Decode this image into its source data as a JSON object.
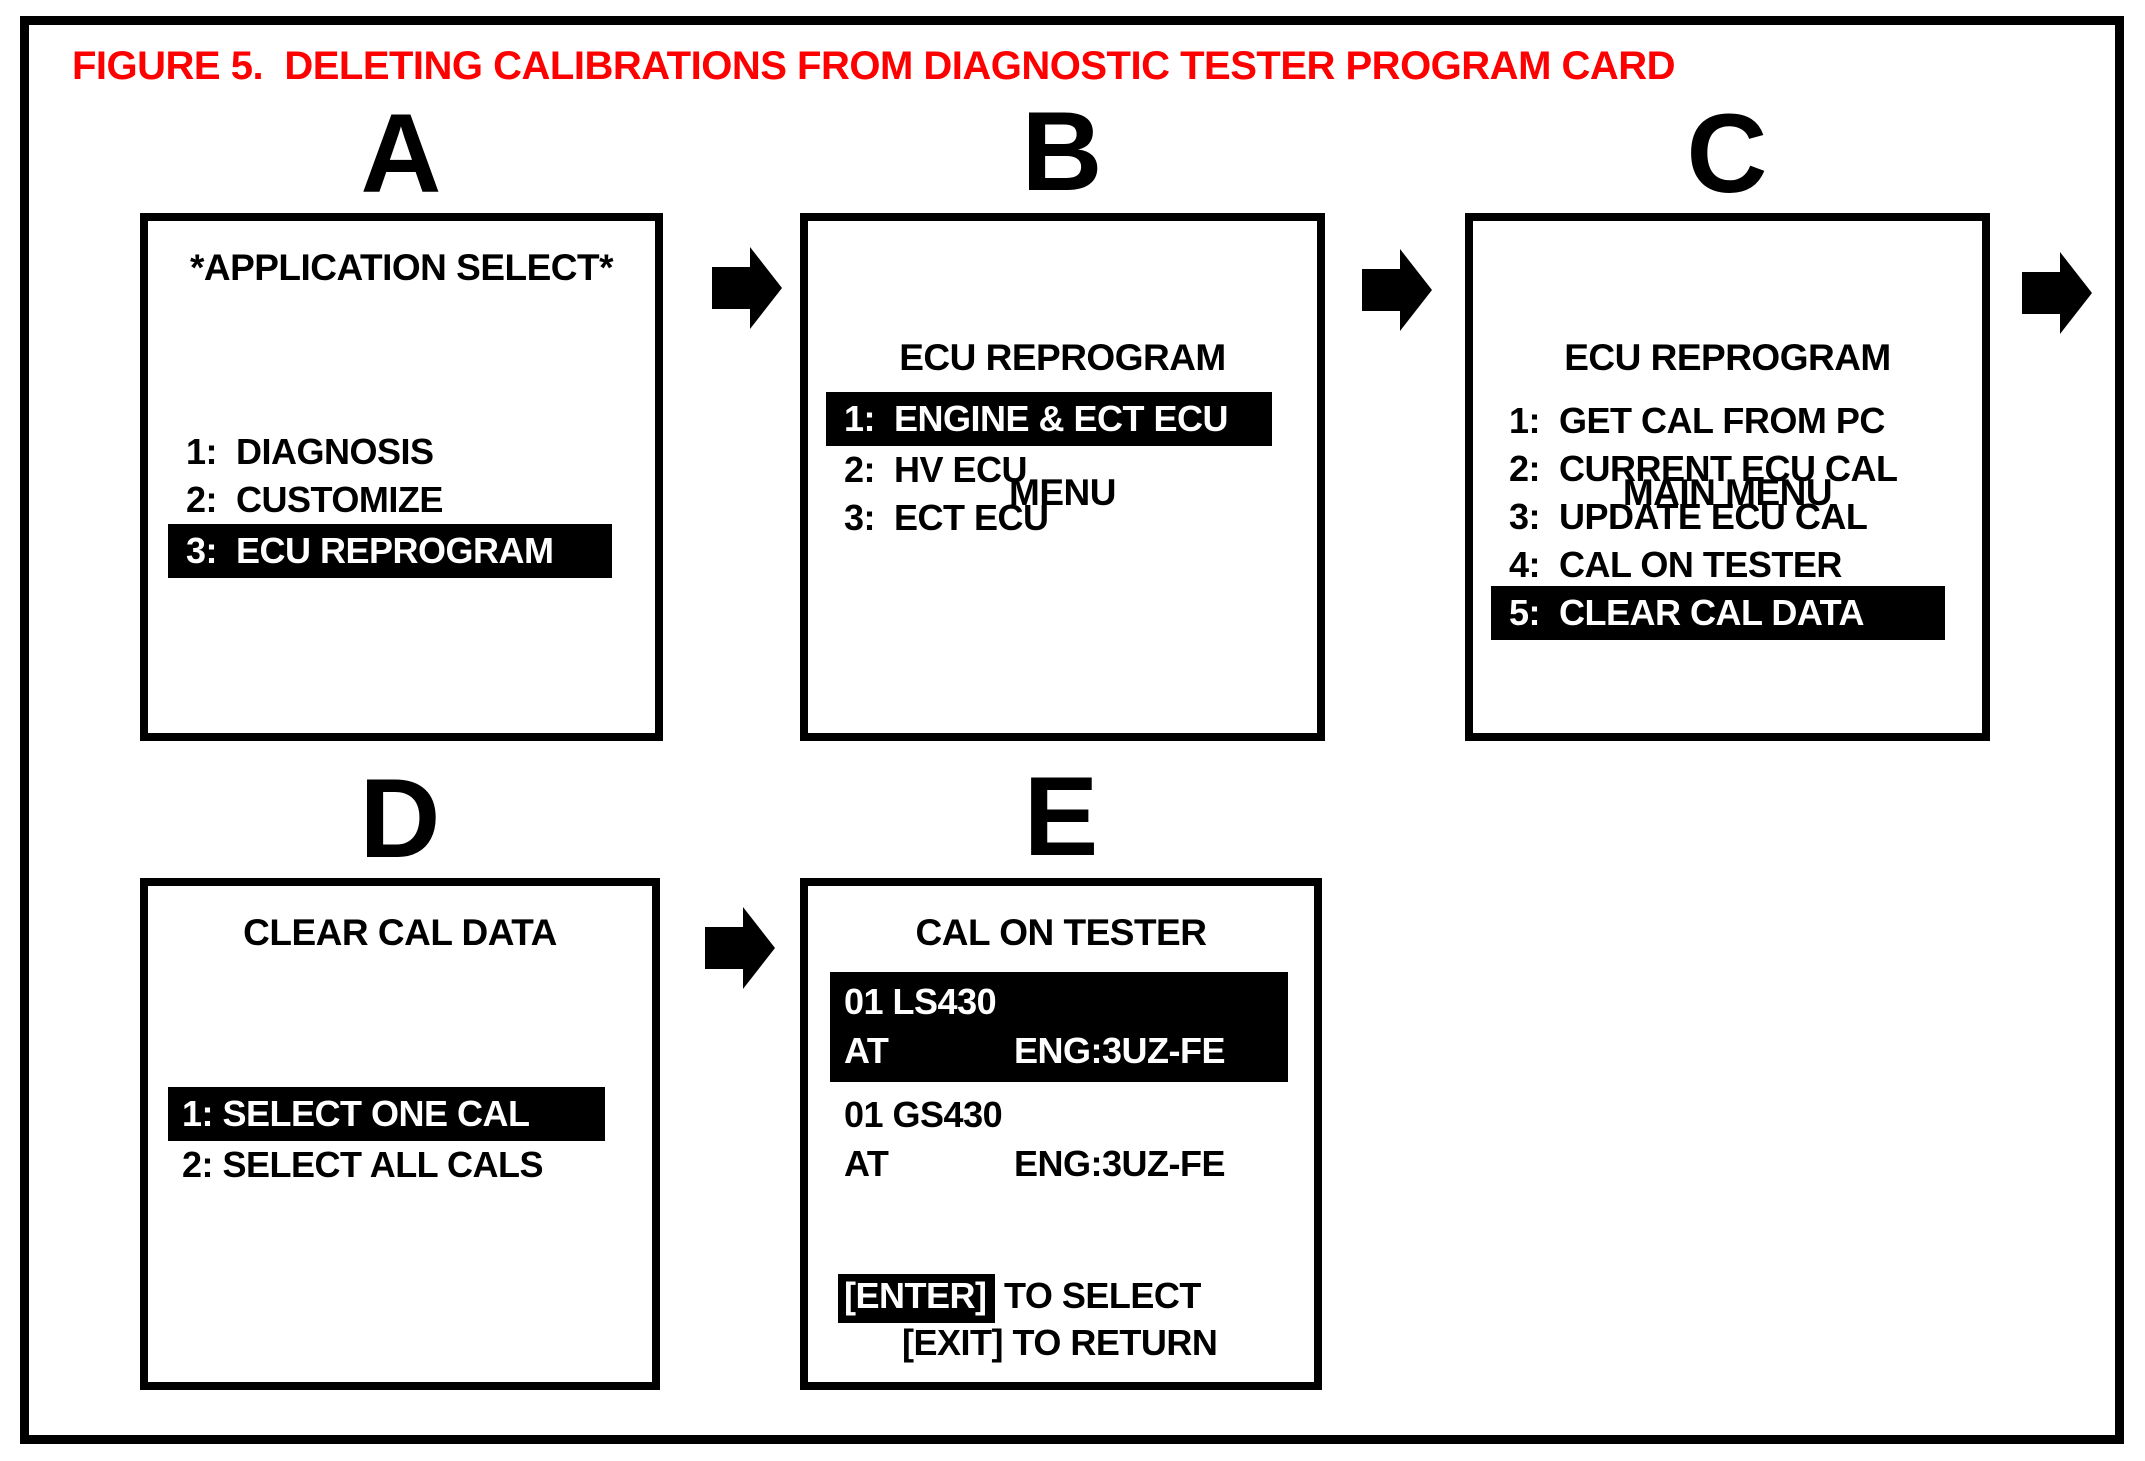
{
  "figure_title": "FIGURE 5.  DELETING CALIBRATIONS FROM DIAGNOSTIC TESTER PROGRAM CARD",
  "colors": {
    "figure_title": "#ff0000",
    "highlight_bg": "#000000",
    "highlight_text": "#ffffff",
    "line": "#000000"
  },
  "icons": {
    "flow_arrow": "right-block-arrow"
  },
  "screens": [
    {
      "label": "A",
      "title_lines": [
        "*APPLICATION SELECT*"
      ],
      "items": [
        {
          "text": "1:  DIAGNOSIS",
          "highlighted": false
        },
        {
          "text": "2:  CUSTOMIZE",
          "highlighted": false
        },
        {
          "text": "3:  ECU REPROGRAM",
          "highlighted": true
        }
      ]
    },
    {
      "label": "B",
      "title_lines": [
        "ECU REPROGRAM",
        "MENU"
      ],
      "items": [
        {
          "text": "1:  ENGINE & ECT ECU",
          "highlighted": true
        },
        {
          "text": "2:  HV ECU",
          "highlighted": false
        },
        {
          "text": "3:  ECT ECU",
          "highlighted": false
        }
      ]
    },
    {
      "label": "C",
      "title_lines": [
        "ECU REPROGRAM",
        "MAIN MENU"
      ],
      "items": [
        {
          "text": "1:  GET CAL FROM PC",
          "highlighted": false
        },
        {
          "text": "2:  CURRENT ECU CAL",
          "highlighted": false
        },
        {
          "text": "3:  UPDATE ECU CAL",
          "highlighted": false
        },
        {
          "text": "4:  CAL ON TESTER",
          "highlighted": false
        },
        {
          "text": "5:  CLEAR CAL DATA",
          "highlighted": true
        }
      ]
    },
    {
      "label": "D",
      "title_lines": [
        "CLEAR CAL DATA"
      ],
      "items": [
        {
          "text": "1: SELECT ONE CAL",
          "highlighted": true
        },
        {
          "text": "2: SELECT ALL CALS",
          "highlighted": false
        }
      ]
    },
    {
      "label": "E",
      "title_lines": [
        "CAL ON TESTER"
      ],
      "cal_entries": [
        {
          "line1": "01 LS430",
          "transmission": "AT",
          "engine": "ENG:3UZ-FE",
          "highlighted": true
        },
        {
          "line1": "01 GS430",
          "transmission": "AT",
          "engine": "ENG:3UZ-FE",
          "highlighted": false
        }
      ],
      "footer_lines": [
        {
          "key": "[ENTER]",
          "text": " TO SELECT",
          "key_highlighted": true
        },
        {
          "key": "[EXIT]",
          "text": " TO RETURN",
          "key_highlighted": false
        }
      ]
    }
  ]
}
